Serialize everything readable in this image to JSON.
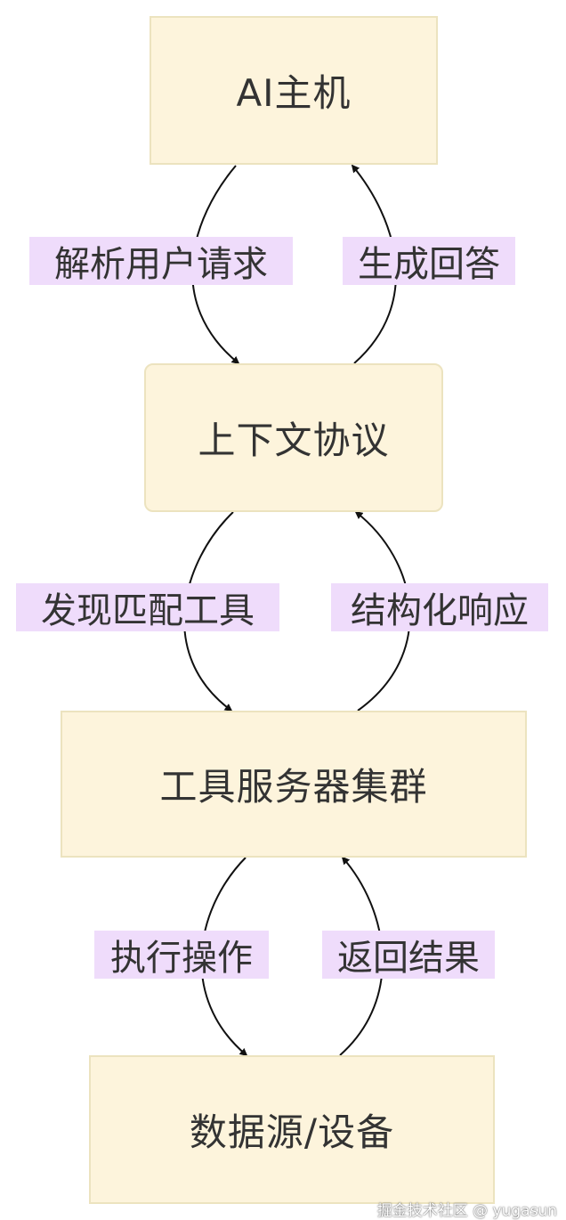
{
  "colors": {
    "node_fill": "#fdf4dc",
    "node_border": "#ece3bf",
    "label_fill": "#efdcfb",
    "arrow": "#111111"
  },
  "nodes": [
    {
      "id": "host",
      "label": "AI主机"
    },
    {
      "id": "protocol",
      "label": "上下文协议"
    },
    {
      "id": "servers",
      "label": "工具服务器集群"
    },
    {
      "id": "datasource",
      "label": "数据源/设备"
    }
  ],
  "edges": [
    {
      "from": "host",
      "to": "protocol",
      "label": "解析用户请求"
    },
    {
      "from": "protocol",
      "to": "host",
      "label": "生成回答"
    },
    {
      "from": "protocol",
      "to": "servers",
      "label": "发现匹配工具"
    },
    {
      "from": "servers",
      "to": "protocol",
      "label": "结构化响应"
    },
    {
      "from": "servers",
      "to": "datasource",
      "label": "执行操作"
    },
    {
      "from": "datasource",
      "to": "servers",
      "label": "返回结果"
    }
  ],
  "watermark": "掘金技术社区 @ yugasun"
}
